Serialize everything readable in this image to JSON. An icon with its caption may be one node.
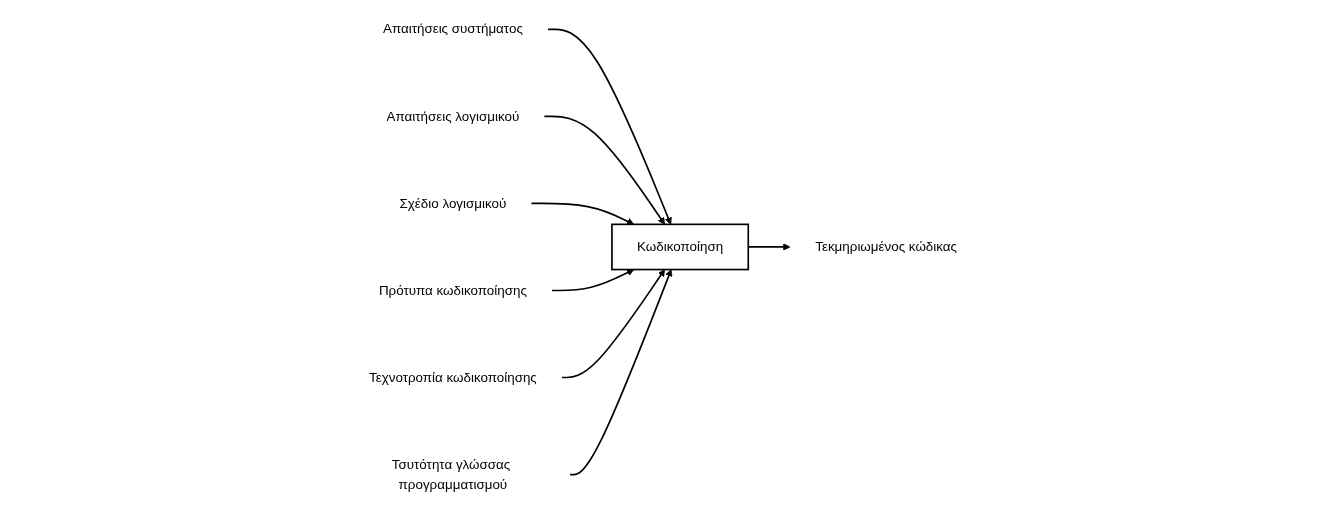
{
  "diagram": {
    "nodes": [
      {
        "text": [
          "Κωδικοποίηση"
        ]
      },
      {
        "text": [
          "Απαιτήσεις συστήματος"
        ]
      },
      {
        "text": [
          "Απαιτήσεις λογισμικού"
        ]
      },
      {
        "text": [
          "Σχέδιο λογισμικού"
        ]
      },
      {
        "text": [
          "Τεκμηριωμένος κώδικας"
        ]
      },
      {
        "text": [
          "Πρότυπα κωδικοποίησης"
        ]
      },
      {
        "text": [
          "Τεχνοτροπία κωδικοποίησης"
        ]
      },
      {
        "text": [
          "Τσυτότητα γλώσσας προγραμματισμού"
        ]
      }
    ],
    "edges": [
      {
        "from": 1,
        "to": 0,
        "arrow": "to"
      },
      {
        "from": 2,
        "to": 0,
        "arrow": "to"
      },
      {
        "from": 3,
        "to": 0,
        "arrow": "to"
      },
      {
        "from": 0,
        "to": 4,
        "arrow": "to"
      },
      {
        "from": 5,
        "to": 0,
        "arrow": "to"
      },
      {
        "from": 6,
        "to": 0,
        "arrow": "to"
      },
      {
        "from": 7,
        "to": 0,
        "arrow": "to"
      }
    ]
  }
}
